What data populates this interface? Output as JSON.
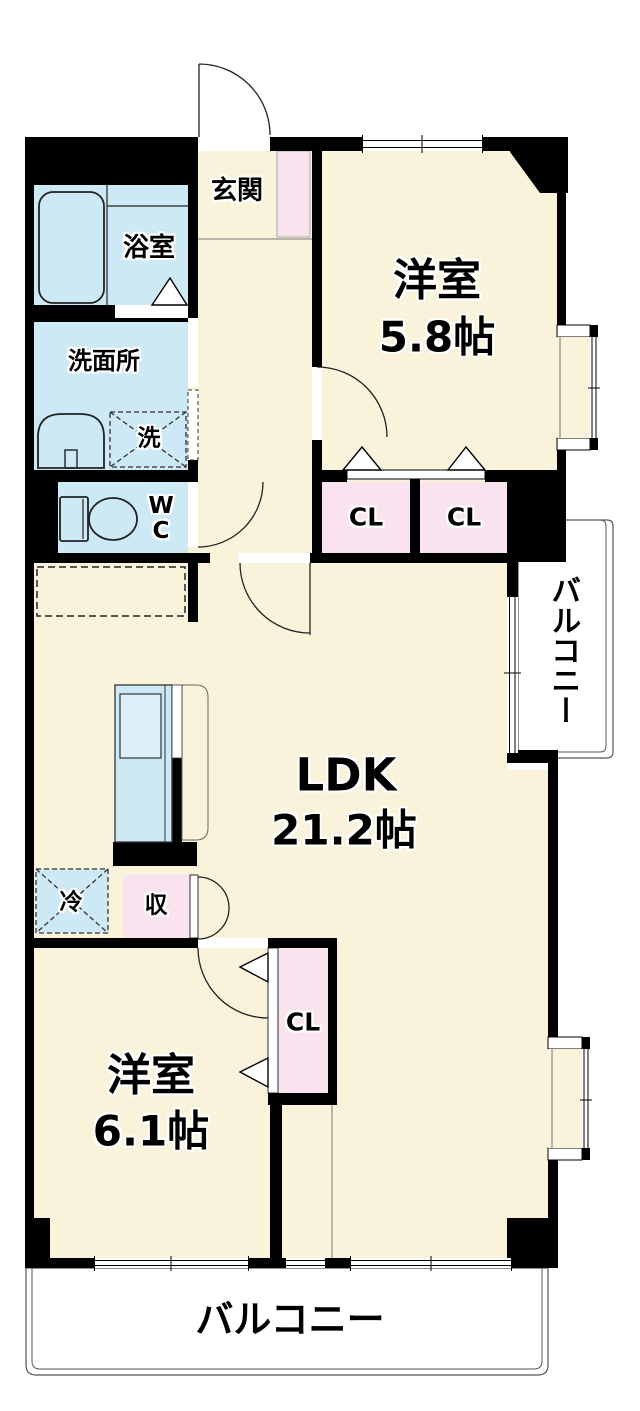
{
  "colors": {
    "floor": "#FAF3DC",
    "water_area": "#CDE9F6",
    "closet": "#F8E3EF",
    "wall": "#000000",
    "line": "#1a1a1a"
  },
  "floorplan": {
    "entrance": {
      "label": "玄関"
    },
    "bathroom": {
      "label": "浴室"
    },
    "washroom": {
      "label": "洗面所"
    },
    "laundry": {
      "label": "洗"
    },
    "wc": {
      "line1": "W",
      "line2": "C"
    },
    "bedroom1": {
      "label": "洋室",
      "size": "5.8帖"
    },
    "closet1": {
      "label": "CL"
    },
    "closet2": {
      "label": "CL"
    },
    "balcony_side": {
      "label": "バルコニー"
    },
    "ldk": {
      "label": "LDK",
      "size": "21.2帖"
    },
    "refrigerator": {
      "label": "冷"
    },
    "storage": {
      "label": "収"
    },
    "closet3": {
      "label": "CL"
    },
    "bedroom2": {
      "label": "洋室",
      "size": "6.1帖"
    },
    "balcony_bottom": {
      "label": "バルコニー"
    }
  }
}
